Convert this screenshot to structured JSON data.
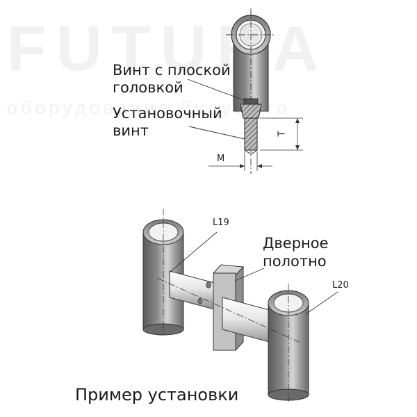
{
  "watermark": {
    "brand": "FUTURA",
    "tagline": "оборудование будущего"
  },
  "top_diagram": {
    "labels": {
      "flat_head_screw_line1": "Винт с плоской",
      "flat_head_screw_line2": "головкой",
      "set_screw_line1": "Установочный",
      "set_screw_line2": "винт"
    },
    "dimensions": {
      "m": "M",
      "t": "T"
    }
  },
  "bottom_diagram": {
    "labels": {
      "l19": "L19",
      "l20": "L20",
      "door_leaf_line1": "Дверное",
      "door_leaf_line2": "полотно"
    }
  },
  "caption": "Пример установки",
  "colors": {
    "metal_dark": "#6e6e6e",
    "metal_light": "#e8e8e8",
    "door_panel": "#bdbdbd",
    "line": "#333333"
  }
}
